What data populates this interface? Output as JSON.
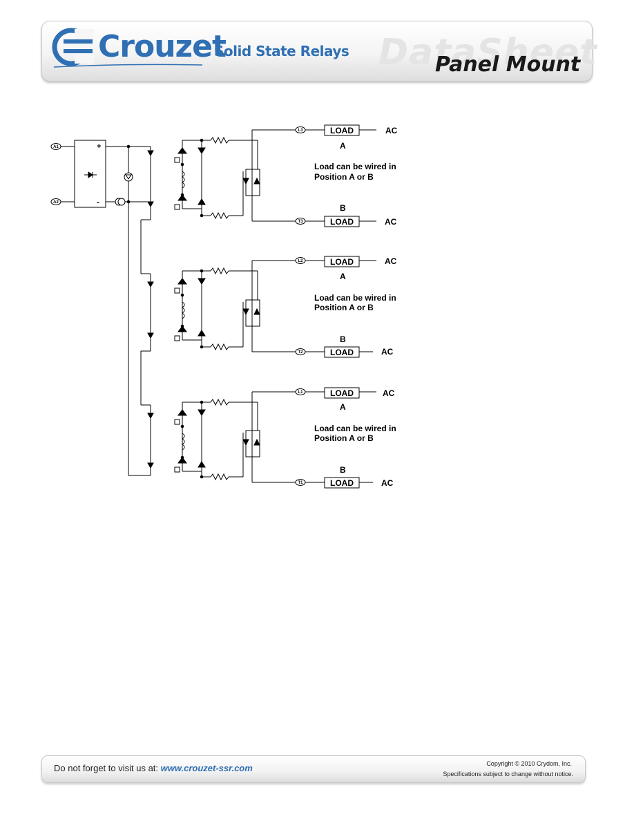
{
  "header": {
    "brand": "Crouzet",
    "product_line": "Solid State Relays",
    "watermark": "DataSheet",
    "doc_type": "Panel Mount"
  },
  "diagram": {
    "inputs": [
      {
        "terminal": "A1",
        "polarity": "+"
      },
      {
        "terminal": "A2",
        "polarity": "-"
      }
    ],
    "phases": [
      {
        "line_terminal": "L3",
        "load_terminal": "T3",
        "load_a": "LOAD",
        "load_b": "LOAD",
        "ac_a": "AC",
        "ac_b": "AC",
        "pos_a": "A",
        "pos_b": "B",
        "note_line1": "Load can be wired in",
        "note_line2": "Position A or B"
      },
      {
        "line_terminal": "L2",
        "load_terminal": "T2",
        "load_a": "LOAD",
        "load_b": "LOAD",
        "ac_a": "AC",
        "ac_b": "AC",
        "pos_a": "A",
        "pos_b": "B",
        "note_line1": "Load can be wired in",
        "note_line2": "Position A or B"
      },
      {
        "line_terminal": "L1",
        "load_terminal": "T1",
        "load_a": "LOAD",
        "load_b": "LOAD",
        "ac_a": "AC",
        "ac_b": "AC",
        "pos_a": "A",
        "pos_b": "B",
        "note_line1": "Load can be wired in",
        "note_line2": "Position A or B"
      }
    ]
  },
  "footer": {
    "visit_prefix": "Do not forget to visit us at: ",
    "url": "www.crouzet-ssr.com",
    "copyright": "Copyright © 2010 Crydom, Inc.",
    "disclaimer": "Specifications subject to change without notice."
  }
}
